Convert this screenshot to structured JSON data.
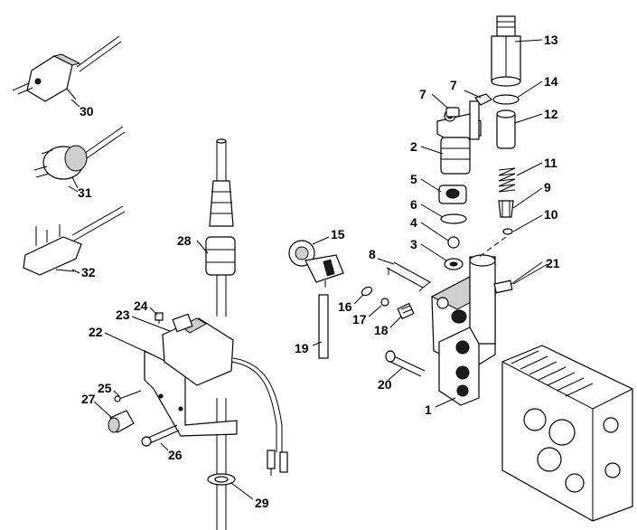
{
  "diagram": {
    "labels": {
      "p1": "1",
      "p2": "2",
      "p3": "3",
      "p4": "4",
      "p5": "5",
      "p6": "6",
      "p7a": "7",
      "p7b": "7",
      "p8": "8",
      "p9": "9",
      "p10": "10",
      "p11": "11",
      "p12": "12",
      "p13": "13",
      "p14": "14",
      "p15": "15",
      "p16": "16",
      "p17": "17",
      "p18": "18",
      "p19": "19",
      "p20": "20",
      "p21": "21",
      "p22": "22",
      "p23": "23",
      "p24": "24",
      "p25": "25",
      "p26": "26",
      "p27": "27",
      "p28": "28",
      "p29": "29",
      "p30": "30",
      "p31": "31",
      "p32": "32"
    }
  }
}
